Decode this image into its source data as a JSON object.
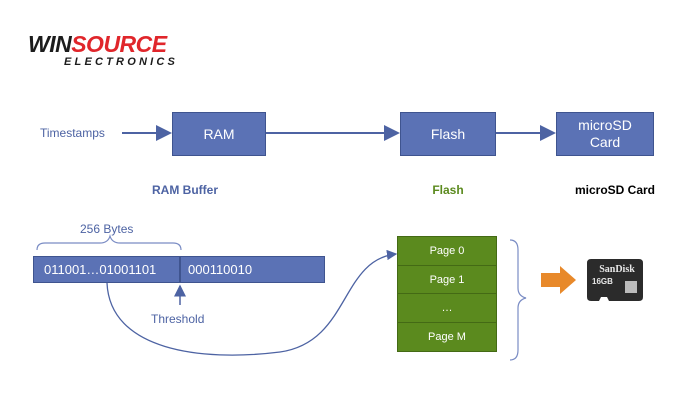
{
  "logo": {
    "brand_part1": "WIN",
    "brand_part2": "SOURCE",
    "subtitle": "ELECTRONICS",
    "brand_color": "#e0262b"
  },
  "flow": {
    "input_label": "Timestamps",
    "boxes": [
      {
        "label": "RAM"
      },
      {
        "label": "Flash"
      },
      {
        "label": "microSD Card"
      }
    ],
    "section_labels": [
      {
        "text": "RAM Buffer",
        "color": "#4d63a3"
      },
      {
        "text": "Flash",
        "color": "#5b8a1e"
      },
      {
        "text": "microSD Card",
        "color": "#000000"
      }
    ]
  },
  "buffer": {
    "brace_label": "256 Bytes",
    "segment_full": "011001…01001101",
    "segment_next": "000110010",
    "threshold_label": "Threshold"
  },
  "flash_pages": [
    "Page 0",
    "Page 1",
    "…",
    "Page M"
  ],
  "sd_card": {
    "brand": "SanDisk",
    "capacity": "16GB"
  },
  "colors": {
    "box_blue": "#5b72b5",
    "flash_green": "#5b8a1e",
    "arrow_orange": "#e8892a",
    "line_blue": "#4d63a3"
  }
}
